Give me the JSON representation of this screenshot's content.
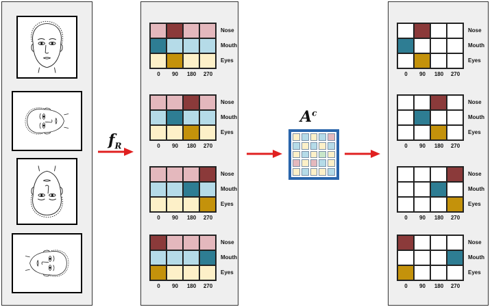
{
  "labels": {
    "fr_symbol": "f",
    "fr_sub": "R",
    "ac_symbol": "A",
    "ac_sup": "c"
  },
  "row_labels": [
    "Nose",
    "Mouth",
    "Eyes"
  ],
  "col_labels": [
    "0",
    "90",
    "180",
    "270"
  ],
  "face_rotations_deg": [
    0,
    90,
    180,
    270
  ],
  "colors": {
    "nose_light": "#e4b8bd",
    "nose_dark": "#8b3a3a",
    "mouth_light": "#b5dbe8",
    "mouth_dark": "#2e7d93",
    "eyes_light": "#fdf0c8",
    "eyes_dark": "#c4920b",
    "arrow": "#e02020",
    "matrix_border": "#2a65ab",
    "empty_cell": "#ffffff"
  },
  "active_columns": [
    {
      "Nose": 1,
      "Mouth": 0,
      "Eyes": 1
    },
    {
      "Nose": 2,
      "Mouth": 1,
      "Eyes": 2
    },
    {
      "Nose": 3,
      "Mouth": 2,
      "Eyes": 3
    },
    {
      "Nose": 0,
      "Mouth": 3,
      "Eyes": 0
    }
  ],
  "ac_matrix_colors": [
    [
      "#fdf0c8",
      "#b5dbe8",
      "#fdf0c8",
      "#b5dbe8",
      "#e4b8bd"
    ],
    [
      "#b5dbe8",
      "#fdf0c8",
      "#b5dbe8",
      "#fdf0c8",
      "#b5dbe8"
    ],
    [
      "#fdf0c8",
      "#b5dbe8",
      "#fdf0c8",
      "#c8e6c9",
      "#fdf0c8"
    ],
    [
      "#e4b8bd",
      "#fdf0c8",
      "#e4b8bd",
      "#b5dbe8",
      "#fdf0c8"
    ],
    [
      "#fdf0c8",
      "#b5dbe8",
      "#fdf0c8",
      "#fdf0c8",
      "#b5dbe8"
    ]
  ]
}
